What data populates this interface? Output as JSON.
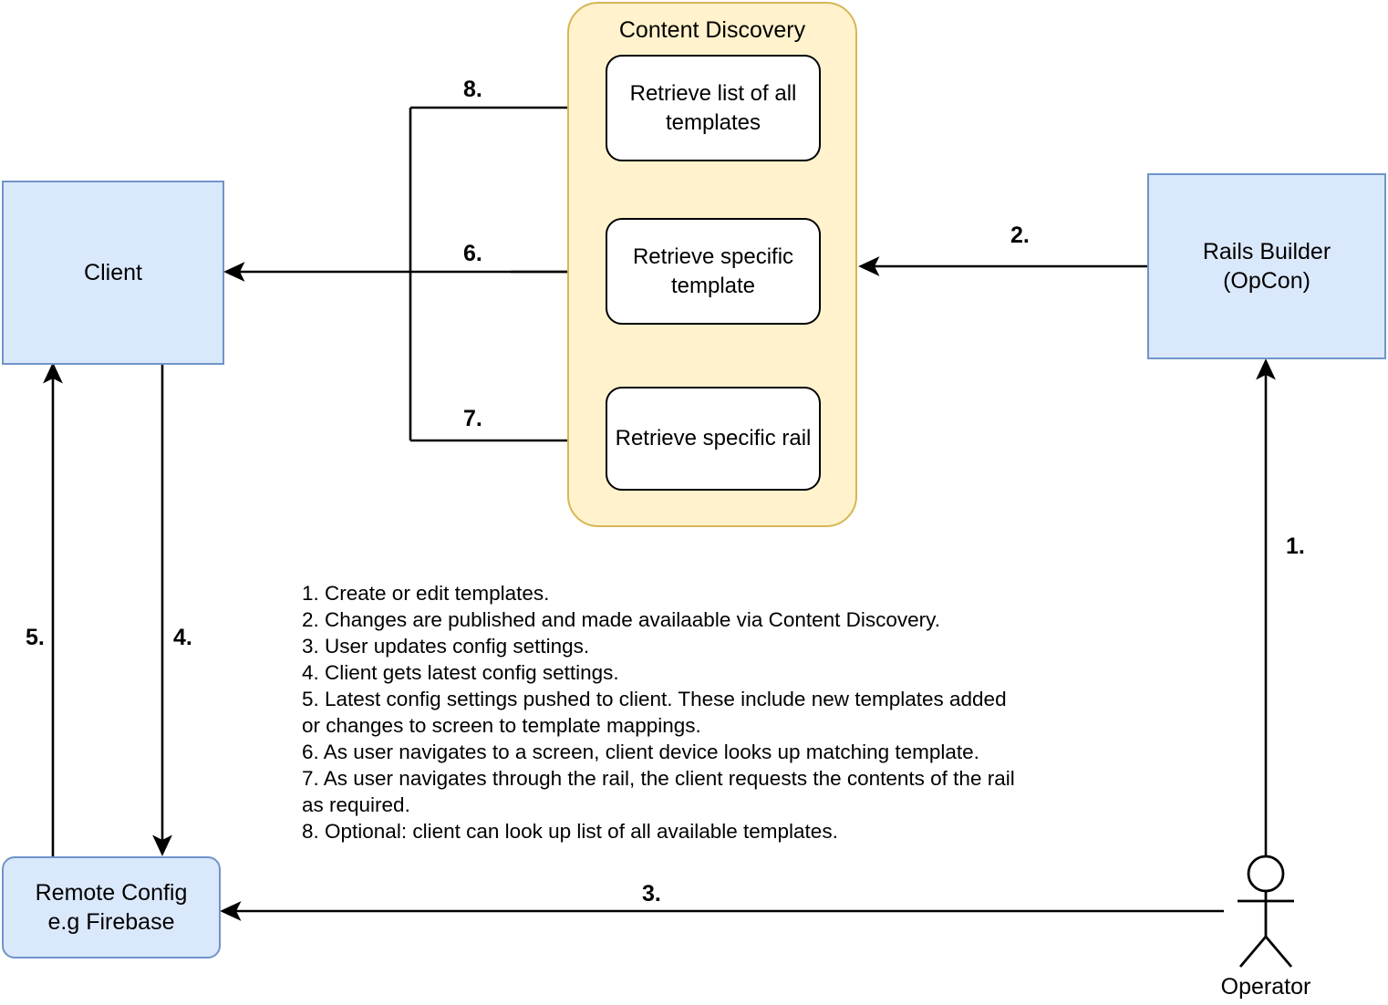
{
  "diagram": {
    "title": "Content Discovery architecture flow",
    "colors": {
      "node_fill": "#dae8fc",
      "node_stroke": "#7094c9",
      "group_fill": "#fff2cc",
      "group_stroke": "#d6b656",
      "inner_fill": "#ffffff",
      "inner_stroke": "#000000",
      "edge_stroke": "#000000",
      "background": "#ffffff"
    }
  },
  "nodes": {
    "client": {
      "label": "Client"
    },
    "remote_config": {
      "label": "Remote Config\ne.g Firebase"
    },
    "rails_builder": {
      "label": "Rails Builder\n(OpCon)"
    },
    "operator": {
      "label": "Operator"
    }
  },
  "group": {
    "title": "Content Discovery",
    "items": [
      {
        "label": "Retrieve list of all\ntemplates"
      },
      {
        "label": "Retrieve specific\ntemplate"
      },
      {
        "label": "Retrieve specific rail"
      }
    ]
  },
  "edges": [
    {
      "id": "e1",
      "label": "1."
    },
    {
      "id": "e2",
      "label": "2."
    },
    {
      "id": "e3",
      "label": "3."
    },
    {
      "id": "e4",
      "label": "4."
    },
    {
      "id": "e5",
      "label": "5."
    },
    {
      "id": "e6",
      "label": "6."
    },
    {
      "id": "e7",
      "label": "7."
    },
    {
      "id": "e8",
      "label": "8."
    }
  ],
  "legend": {
    "lines": [
      "1. Create or edit templates.",
      "2. Changes are published and made availaable via Content Discovery.",
      "3. User updates config settings.",
      "4. Client gets latest config settings.",
      "5. Latest config settings pushed to client. These include new templates added",
      "or changes to screen to template mappings.",
      "6. As user navigates to a screen, client device looks up matching template.",
      "7. As user navigates through the rail, the client requests the contents of the rail",
      "as required.",
      "8. Optional: client can look up list of all available templates."
    ]
  }
}
